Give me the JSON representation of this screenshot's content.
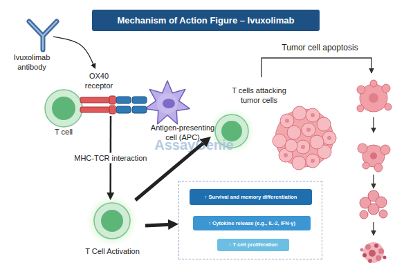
{
  "diagram": {
    "title": "Mechanism of Action Figure – Ivuxolimab",
    "nodes": [
      {
        "text": [
          "Ivuxolimab antibody"
        ]
      },
      {
        "text": [
          "OX40 receptor"
        ]
      },
      {
        "text": [
          "T cell"
        ]
      },
      {
        "text": [
          "Antigen-presenting cell (APC)"
        ]
      },
      {
        "text": [
          "T cells attacking tumor cells"
        ]
      },
      {
        "text": [
          "T Cell Activation"
        ]
      },
      {
        "text": []
      },
      {
        "text": [
          "↑ Survival and memory differentiation"
        ],
        "in": 6
      },
      {
        "text": [
          "↑ Cytokine release (e.g., IL-2, IFN-γ)"
        ],
        "in": 6
      },
      {
        "text": [
          "↑ T cell proliferation"
        ],
        "in": 6
      }
    ],
    "edges": [
      {
        "from": 0,
        "to": 1,
        "arrow": "to"
      },
      {
        "from": 1,
        "to": 5,
        "label": "MHC-TCR interaction",
        "arrow": "to"
      },
      {
        "from": 5,
        "to": 4,
        "arrow": "to"
      },
      {
        "from": 5,
        "to": 6,
        "arrow": "to"
      }
    ],
    "labels": [
      "Tumor cell apoptosis",
      "AssayGenie"
    ]
  }
}
